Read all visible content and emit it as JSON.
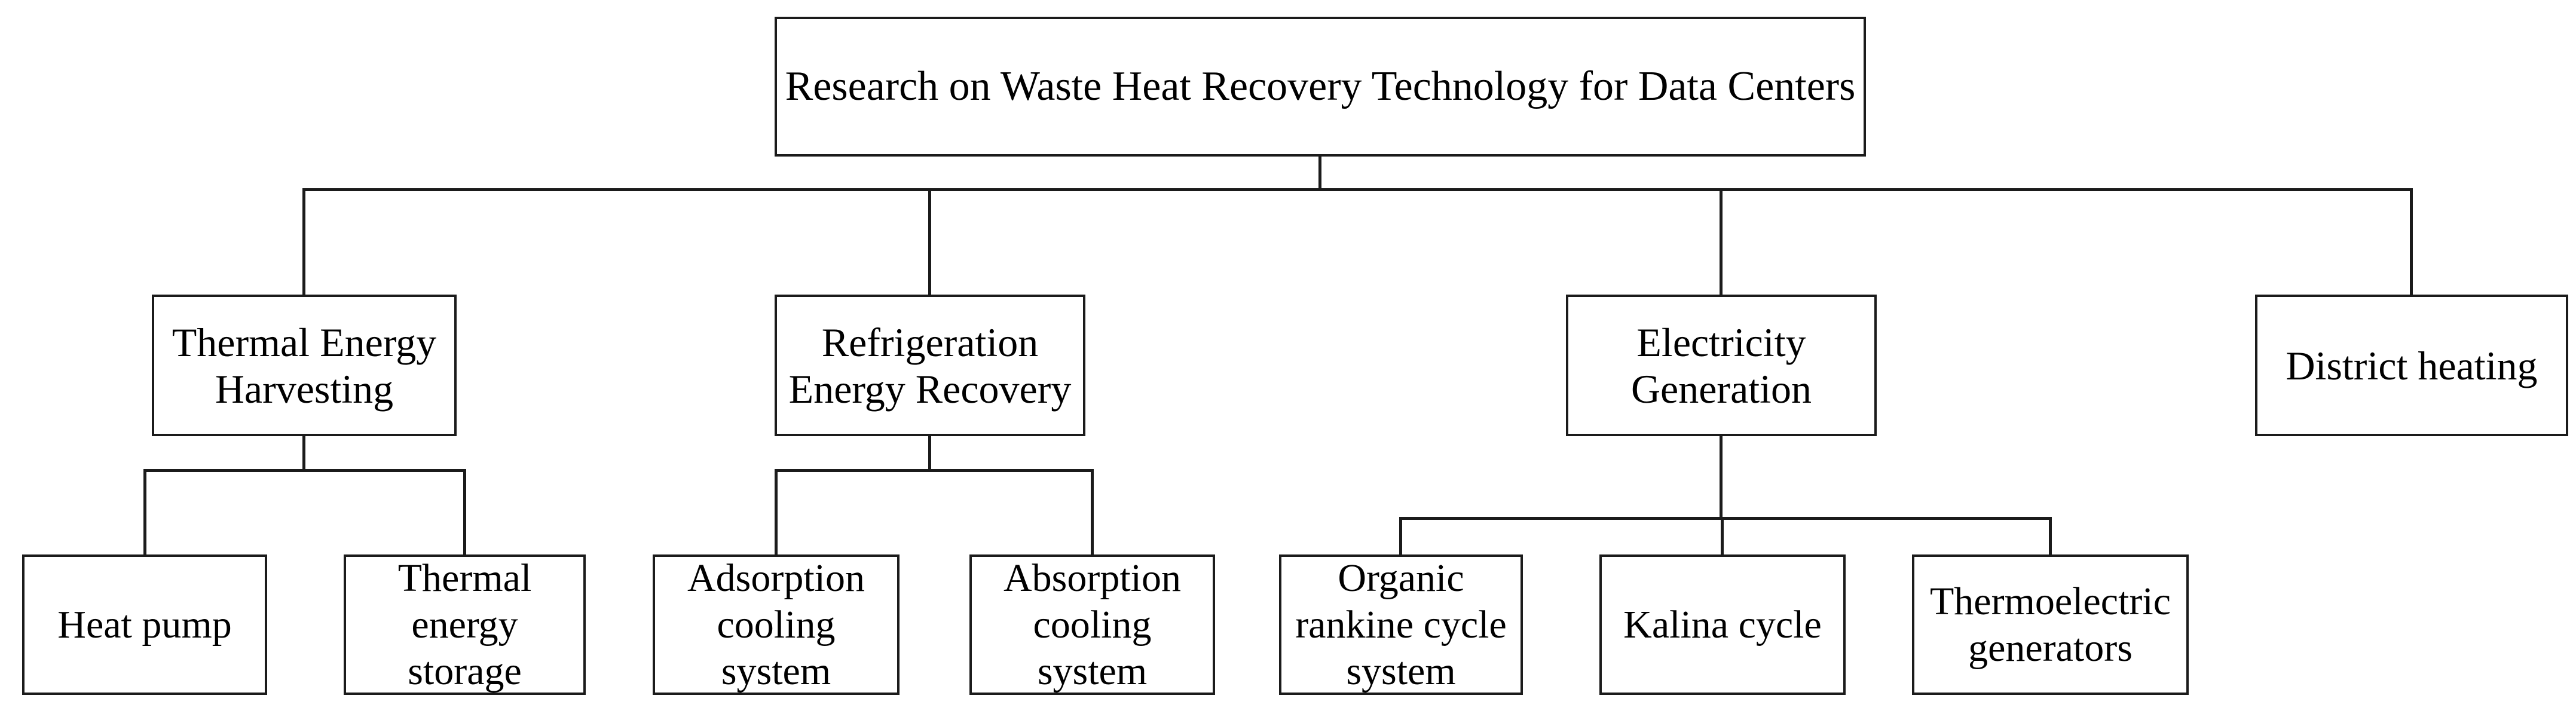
{
  "diagram": {
    "type": "tree",
    "root": {
      "label": "Research on Waste Heat Recovery Technology for Data Centers"
    },
    "branches": [
      {
        "label": "Thermal Energy Harvesting",
        "children": [
          {
            "label": "Heat pump"
          },
          {
            "label": "Thermal energy storage"
          }
        ]
      },
      {
        "label": "Refrigeration Energy Recovery",
        "children": [
          {
            "label": "Adsorption cooling system"
          },
          {
            "label": "Absorption cooling system"
          }
        ]
      },
      {
        "label": "Electricity Generation",
        "children": [
          {
            "label": "Organic rankine cycle system"
          },
          {
            "label": "Kalina cycle"
          },
          {
            "label": "Thermoelectric generators"
          }
        ]
      },
      {
        "label": "District heating",
        "children": []
      }
    ],
    "colors": {
      "line": "#1b1b1b",
      "text": "#000000",
      "background": "#ffffff",
      "box_fill": "#ffffff"
    }
  }
}
